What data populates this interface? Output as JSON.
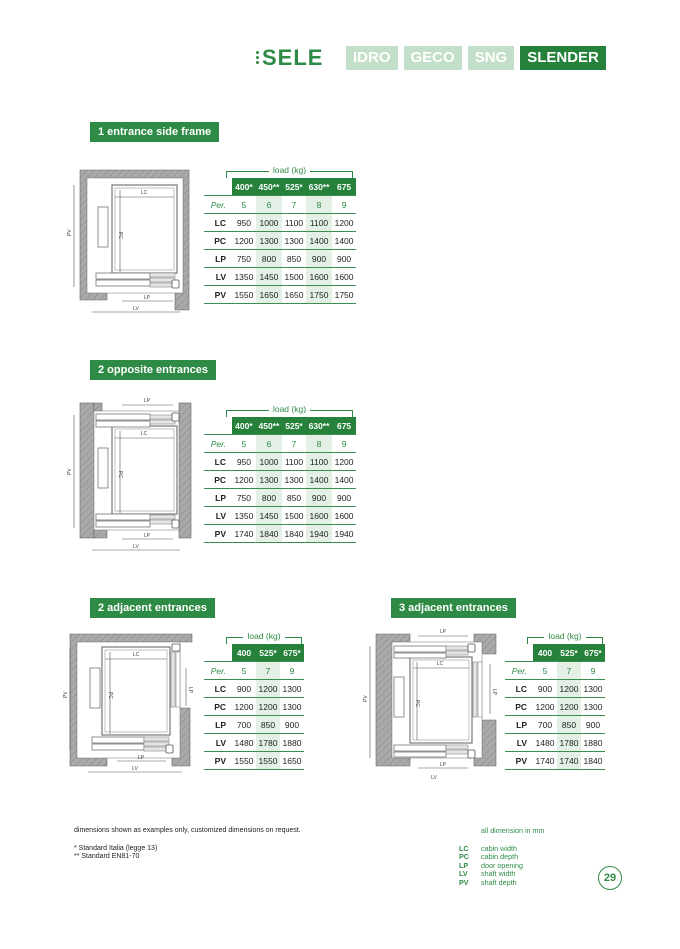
{
  "header": {
    "logo": "SELE",
    "tabs": [
      {
        "label": "IDRO",
        "active": false
      },
      {
        "label": "GECO",
        "active": false
      },
      {
        "label": "SNG",
        "active": false
      },
      {
        "label": "SLENDER",
        "active": true
      }
    ]
  },
  "colors": {
    "accent": "#26823b",
    "accent_light": "#c4dfc9",
    "alt_column": "#e4f0e6"
  },
  "sections": [
    {
      "title": "1 entrance side frame",
      "load_label": "load (kg)",
      "columns": [
        "400*",
        "450**",
        "525*",
        "630**",
        "675"
      ],
      "rows": [
        {
          "label": "Per.",
          "values": [
            "5",
            "6",
            "7",
            "8",
            "9"
          ]
        },
        {
          "label": "LC",
          "values": [
            "950",
            "1000",
            "1100",
            "1100",
            "1200"
          ]
        },
        {
          "label": "PC",
          "values": [
            "1200",
            "1300",
            "1300",
            "1400",
            "1400"
          ]
        },
        {
          "label": "LP",
          "values": [
            "750",
            "800",
            "850",
            "900",
            "900"
          ]
        },
        {
          "label": "LV",
          "values": [
            "1350",
            "1450",
            "1500",
            "1600",
            "1600"
          ]
        },
        {
          "label": "PV",
          "values": [
            "1550",
            "1650",
            "1650",
            "1750",
            "1750"
          ]
        }
      ],
      "diagram_labels": {
        "lc": "LC",
        "pc": "PC",
        "lp": "LP",
        "lv": "LV",
        "pv": "PV"
      }
    },
    {
      "title": "2 opposite entrances",
      "load_label": "load (kg)",
      "columns": [
        "400*",
        "450**",
        "525*",
        "630**",
        "675"
      ],
      "rows": [
        {
          "label": "Per.",
          "values": [
            "5",
            "6",
            "7",
            "8",
            "9"
          ]
        },
        {
          "label": "LC",
          "values": [
            "950",
            "1000",
            "1100",
            "1100",
            "1200"
          ]
        },
        {
          "label": "PC",
          "values": [
            "1200",
            "1300",
            "1300",
            "1400",
            "1400"
          ]
        },
        {
          "label": "LP",
          "values": [
            "750",
            "800",
            "850",
            "900",
            "900"
          ]
        },
        {
          "label": "LV",
          "values": [
            "1350",
            "1450",
            "1500",
            "1600",
            "1600"
          ]
        },
        {
          "label": "PV",
          "values": [
            "1740",
            "1840",
            "1840",
            "1940",
            "1940"
          ]
        }
      ],
      "diagram_labels": {
        "lc": "LC",
        "pc": "PC",
        "lp": "LP",
        "lv": "LV",
        "pv": "PV"
      }
    },
    {
      "title": "2 adjacent entrances",
      "load_label": "load (kg)",
      "columns": [
        "400",
        "525*",
        "675*"
      ],
      "rows": [
        {
          "label": "Per.",
          "values": [
            "5",
            "7",
            "9"
          ]
        },
        {
          "label": "LC",
          "values": [
            "900",
            "1200",
            "1300"
          ]
        },
        {
          "label": "PC",
          "values": [
            "1200",
            "1200",
            "1300"
          ]
        },
        {
          "label": "LP",
          "values": [
            "700",
            "850",
            "900"
          ]
        },
        {
          "label": "LV",
          "values": [
            "1480",
            "1780",
            "1880"
          ]
        },
        {
          "label": "PV",
          "values": [
            "1550",
            "1550",
            "1650"
          ]
        }
      ],
      "diagram_labels": {
        "lc": "LC",
        "pc": "PC",
        "lp": "LP",
        "lv": "LV",
        "pv": "PV"
      }
    },
    {
      "title": "3 adjacent entrances",
      "load_label": "load (kg)",
      "columns": [
        "400",
        "525*",
        "675*"
      ],
      "rows": [
        {
          "label": "Per.",
          "values": [
            "5",
            "7",
            "9"
          ]
        },
        {
          "label": "LC",
          "values": [
            "900",
            "1200",
            "1300"
          ]
        },
        {
          "label": "PC",
          "values": [
            "1200",
            "1200",
            "1300"
          ]
        },
        {
          "label": "LP",
          "values": [
            "700",
            "850",
            "900"
          ]
        },
        {
          "label": "LV",
          "values": [
            "1480",
            "1780",
            "1880"
          ]
        },
        {
          "label": "PV",
          "values": [
            "1740",
            "1740",
            "1840"
          ]
        }
      ],
      "diagram_labels": {
        "lc": "LC",
        "pc": "PC",
        "lp": "LP",
        "lv": "LV",
        "pv": "PV"
      }
    }
  ],
  "footer": {
    "note": "dimensions shown as examples only, customized dimensions on request.",
    "footnotes": [
      "* Standard Italia (legge 13)",
      "** Standard EN81-70"
    ],
    "units": "all dimension in mm",
    "legend": [
      {
        "key": "LC",
        "text": "cabin width"
      },
      {
        "key": "PC",
        "text": "cabin depth"
      },
      {
        "key": "LP",
        "text": "door opening"
      },
      {
        "key": "LV",
        "text": "shaft width"
      },
      {
        "key": "PV",
        "text": "shaft depth"
      }
    ],
    "page_number": "29"
  }
}
